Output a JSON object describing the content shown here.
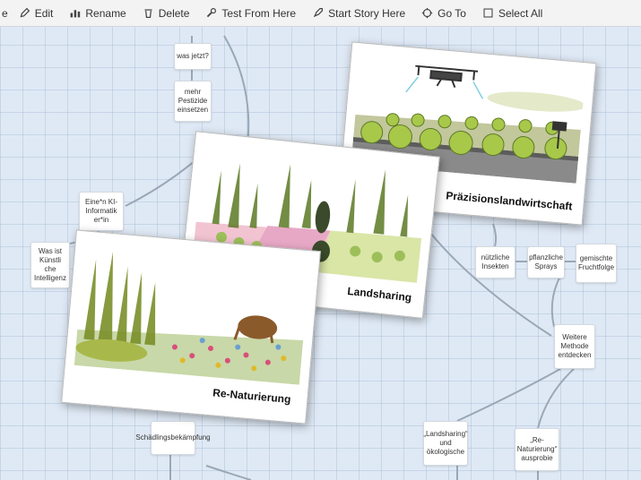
{
  "toolbar": {
    "partial": "e",
    "edit": "Edit",
    "rename": "Rename",
    "delete": "Delete",
    "test": "Test From Here",
    "story": "Start Story Here",
    "goto": "Go To",
    "select_all": "Select All"
  },
  "passages": {
    "was_jetzt": "was jetzt?",
    "pestizide": "mehr Pestizide einsetzen",
    "ki_informatik": "Eine*n KI-Informatik er*in",
    "was_ist": "Was ist Künstli che Intelligenz",
    "insekten": "nützliche Insekten",
    "sprays": "pflanzliche Sprays",
    "fruchtfolge": "gemischte Fruchtfolge",
    "methode": "Weitere Methode entdecken",
    "landsharing_oek": "„Landsharing“ und ökologische",
    "renaturierung_prob": "„Re-Naturierung“ ausprobie",
    "schaedling": "Schädlingsbekämpfung"
  },
  "cards": {
    "praezision": "Präzisionslandwirtschaft",
    "landsharing": "Landsharing",
    "renaturierung": "Re-Naturierung"
  },
  "colors": {
    "accent_green": "#a8c84a",
    "toolbar_bg": "#f3f3f3",
    "canvas_bg": "#dfe9f5"
  }
}
